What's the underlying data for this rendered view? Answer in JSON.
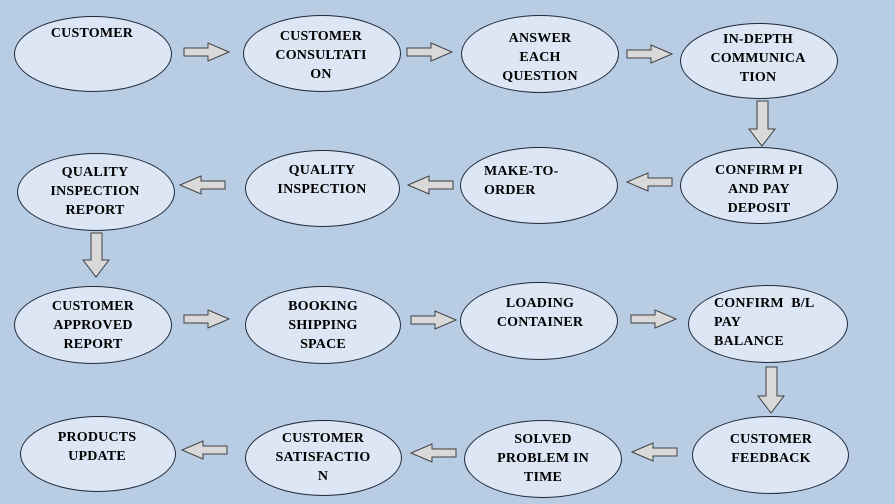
{
  "nodes": {
    "customer": "CUSTOMER",
    "customer_consultation": "CUSTOMER\nCONSULTATI\nON",
    "answer_each_question": "ANSWER\nEACH\nQUESTION",
    "in_depth_communication": "IN-DEPTH\nCOMMUNICA\nTION",
    "confirm_pi_pay_deposit": "CONFIRM PI\nAND PAY\nDEPOSIT",
    "make_to_order": "MAKE-TO-\nORDER",
    "quality_inspection": "QUALITY\nINSPECTION",
    "quality_inspection_report": "QUALITY\nINSPECTION\nREPORT",
    "customer_approved_report": "CUSTOMER\nAPPROVED\nREPORT",
    "booking_shipping_space": "BOOKING\nSHIPPING\nSPACE",
    "loading_container": "LOADING\nCONTAINER",
    "confirm_bl_pay_balance": "CONFIRM  B/L\nPAY\nBALANCE",
    "customer_feedback": "CUSTOMER\nFEEDBACK",
    "solved_problem_in_time": "SOLVED\nPROBLEM IN\nTIME",
    "customer_satisfaction": "CUSTOMER\nSATISFACTIO\nN",
    "products_update": "PRODUCTS\nUPDATE"
  },
  "colors": {
    "background": "#b8cce4",
    "node_fill": "#dce6f4",
    "node_border": "#1f2a3a",
    "arrow_fill": "#d9d9d9",
    "arrow_stroke": "#404040"
  }
}
